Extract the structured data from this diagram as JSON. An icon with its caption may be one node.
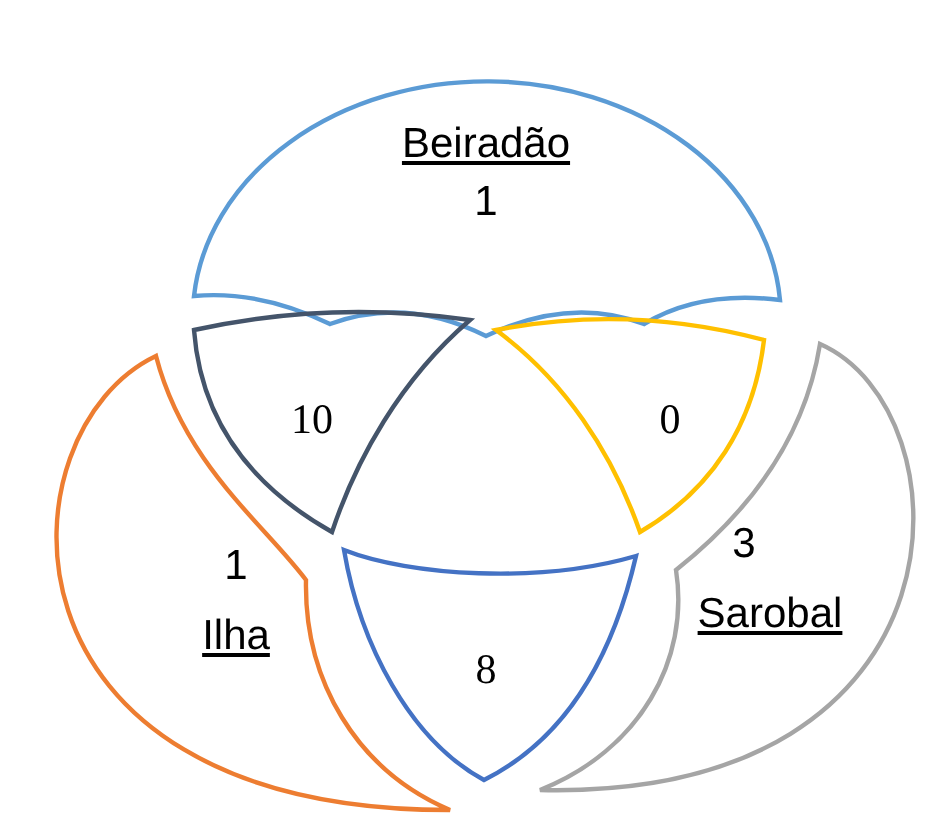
{
  "diagram": {
    "nodes": [
      {
        "text": [
          "Beiradão",
          "1"
        ]
      },
      {
        "text": [
          "10"
        ]
      },
      {
        "text": [
          "0"
        ]
      },
      {
        "text": [
          "1",
          "Ilha"
        ]
      },
      {
        "text": [
          "3",
          "Sarobal"
        ]
      },
      {
        "text": [
          "8"
        ]
      }
    ]
  }
}
